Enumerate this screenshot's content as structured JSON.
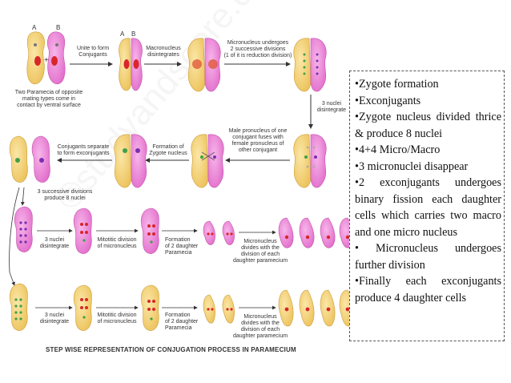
{
  "watermark": "©studyandscore.com",
  "labels": {
    "cell_a": "A",
    "cell_b": "B",
    "cell_a2": "A",
    "cell_b2": "B",
    "plus": "+",
    "unite": "Unite to form\nConjugants",
    "two_paramecia": "Two Paramecia of opposite\nmating types come in\ncontact  by ventral surface",
    "macro_dis": "Macronucleus\ndisintegrates",
    "micro_divisions": "Micronucleus undergoes\n2 successive divisions\n(1 of it is reduction division)",
    "three_nuclei_dis": "3 nuclei\ndisintegrate",
    "male_pronucleus": "Male pronucleus of one\nconjugant fuses with\nfemale pronucleus of\nother conjugant",
    "zygote_form": "Formation of\nZygote nucleus",
    "conj_separate": "Conjugants separate\nto form exconjugants",
    "three_successive": "3 successive divisions\nproduce 8 nuclei",
    "pink_3nuclei": "3 nuclei\ndisintegrate",
    "pink_mitotic": "Mitotitic division\nof micronucleus",
    "pink_formation": "Formation\nof 2 daughter\nParamecia",
    "pink_micro_divides": "Micronucleus\ndivides with the\ndivision of each\ndaughter paramecium",
    "yel_3nuclei": "3 nuclei\ndisintegrate",
    "yel_mitotic": "Mitotitic division\nof micronucleus",
    "yel_formation": "Formation\nof 2 daughter\nParamecia",
    "yel_micro_divides": "Micronucleus\ndivides with the\ndivision of each\ndaughter paramecium"
  },
  "caption": "STEP WISE REPRESENTATION OF CONJUGATION PROCESS IN PARAMECIUM",
  "info_box": {
    "items": [
      "•Zygote formation",
      "•Exconjugants",
      "•Zygote nucleus divided thrice  & produce 8 nuclei",
      "•4+4 Micro/Macro",
      "•3 micronuclei disappear",
      "•2 exconjugants undergoes binary fission each daughter cells which carries two macro and one micro nucleus",
      "• Micronucleus undergoes further division",
      "•Finally each exconjugants produce 4 daughter cells"
    ]
  },
  "colors": {
    "yellow_cell": "#f6d37a",
    "pink_cell": "#f08ad8",
    "macronucleus": "#d8262a",
    "micronucleus_green": "#3fa04a",
    "micronucleus_purple": "#7a2fb0",
    "arrow": "#333333"
  }
}
